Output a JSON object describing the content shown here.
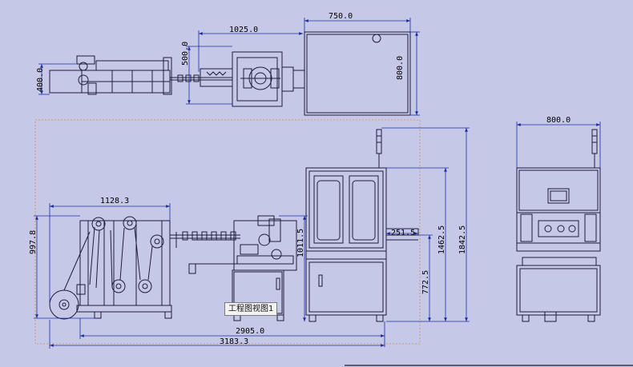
{
  "drawing": {
    "top_view": {
      "dims": {
        "length": "1025.0",
        "cabinet_width": "750.0",
        "height_left": "400.0",
        "height_mid": "500.0",
        "cabinet_depth": "800.0"
      }
    },
    "front_view": {
      "dims": {
        "feeder_width": "1128.3",
        "feeder_height": "997.8",
        "overall_height": "1842.5",
        "cabinet_height": "1462.5",
        "mid_height": "1011.5",
        "table_height": "772.5",
        "outlet_offset": "251.5",
        "length_main": "2905.0",
        "length_total": "3183.3"
      }
    },
    "side_view": {
      "dims": {
        "width": "800.0"
      }
    },
    "tooltip": "工程图视图1"
  },
  "colors": {
    "background": "#c6c8e8",
    "line": "#1e1e38",
    "dim": "#1e2ca0",
    "frame": "#d98e4f"
  }
}
